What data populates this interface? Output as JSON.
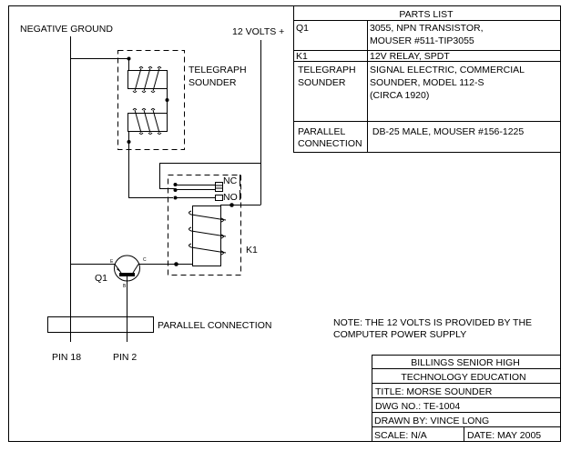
{
  "diagram": {
    "labels": {
      "negative_ground": "NEGATIVE GROUND",
      "twelve_volts": "12 VOLTS +",
      "telegraph_sounder_line1": "TELEGRAPH",
      "telegraph_sounder_line2": "SOUNDER",
      "nc": "NC",
      "no": "NO",
      "k1": "K1",
      "q1": "Q1",
      "transistor_e": "E",
      "transistor_c": "C",
      "transistor_b": "B",
      "parallel_connection": "PARALLEL CONNECTION",
      "pin18": "PIN 18",
      "pin2": "PIN 2"
    },
    "note": {
      "line1": "NOTE:  THE 12 VOLTS  IS PROVIDED BY THE",
      "line2": "COMPUTER POWER SUPPLY"
    }
  },
  "parts_list": {
    "title": "PARTS LIST",
    "rows": [
      {
        "part": [
          "Q1"
        ],
        "desc": [
          "3055, NPN TRANSISTOR,",
          "MOUSER #511-TIP3055"
        ]
      },
      {
        "part": [
          "K1"
        ],
        "desc": [
          "12V RELAY, SPDT"
        ]
      },
      {
        "part": [
          "TELEGRAPH",
          "SOUNDER"
        ],
        "desc": [
          "SIGNAL ELECTRIC, COMMERCIAL",
          "SOUNDER, MODEL 112-S",
          "(CIRCA 1920)"
        ]
      },
      {
        "part": [
          "PARALLEL",
          "CONNECTION"
        ],
        "desc": [
          " DB-25 MALE, MOUSER #156-1225"
        ]
      }
    ]
  },
  "title_block": {
    "school": "BILLINGS SENIOR HIGH",
    "department": "TECHNOLOGY EDUCATION",
    "title": "TITLE: MORSE SOUNDER",
    "dwg_no": "DWG NO.: TE-1004",
    "drawn_by": "DRAWN BY: VINCE LONG",
    "scale": "SCALE: N/A",
    "date": "DATE: MAY 2005"
  }
}
